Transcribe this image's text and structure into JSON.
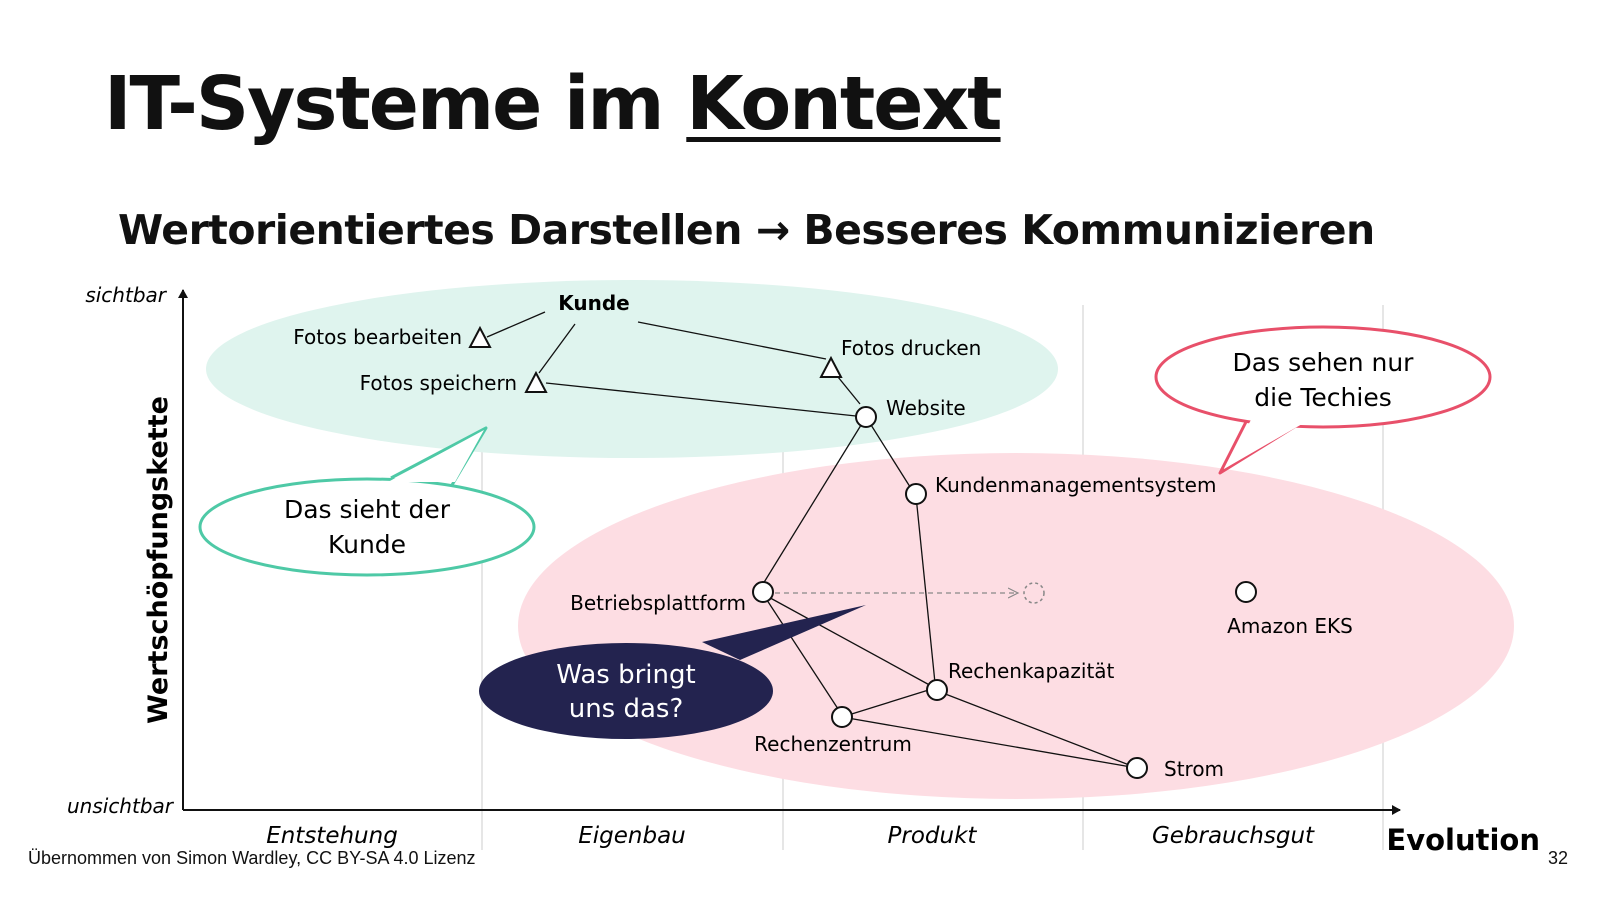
{
  "slide": {
    "title_main": "IT-Systeme im ",
    "title_emph": "Kontext",
    "subtitle": "Wertorientiertes Darstellen → Besseres Kommunizieren",
    "footer": "Übernommen von Simon Wardley, CC BY-SA 4.0 Lizenz",
    "page_number": "32"
  },
  "map": {
    "y_axis_label": "Wertschöpfungskette",
    "y_top": "sichtbar",
    "y_bottom": "unsichtbar",
    "x_axis_label": "Evolution",
    "x_phases": [
      "Entstehung",
      "Eigenbau",
      "Produkt",
      "Gebrauchsgut"
    ],
    "nodes": {
      "kunde": "Kunde",
      "fotos_bearbeiten": "Fotos bearbeiten",
      "fotos_speichern": "Fotos speichern",
      "fotos_drucken": "Fotos drucken",
      "website": "Website",
      "kundenmanagementsystem": "Kundenmanagementsystem",
      "betriebsplattform": "Betriebsplattform",
      "amazon_eks": "Amazon EKS",
      "rechenkapazitaet": "Rechenkapazität",
      "rechenzentrum": "Rechenzentrum",
      "strom": "Strom"
    },
    "callouts": {
      "kunde_line1": "Das sieht der",
      "kunde_line2": "Kunde",
      "techies_line1": "Das sehen nur",
      "techies_line2": "die Techies",
      "question_line1": "Was bringt",
      "question_line2": "uns das?"
    },
    "colors": {
      "customer_zone": "#dff4ee",
      "techie_zone": "#fddde3",
      "customer_callout_border": "#4ec9a6",
      "techie_callout_border": "#e8506a",
      "question_callout": "#23234f"
    }
  }
}
